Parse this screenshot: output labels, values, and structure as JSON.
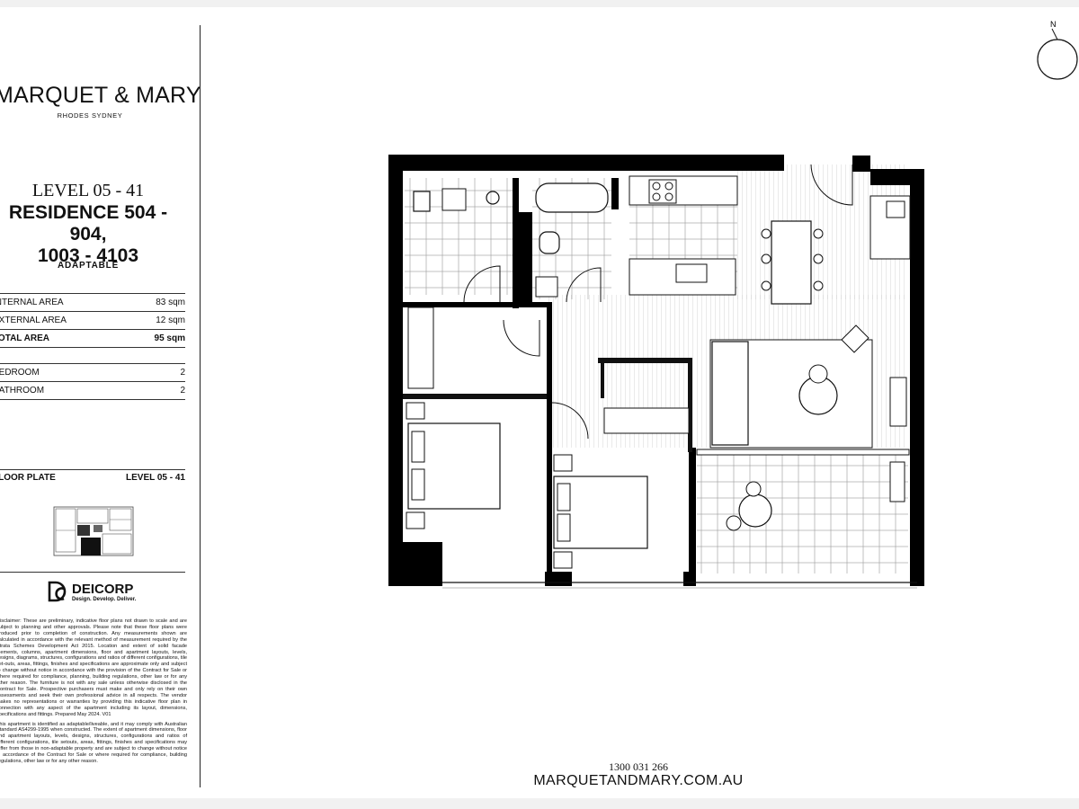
{
  "brand": {
    "name": "MARQUET & MARY",
    "location": "RHODES SYDNEY"
  },
  "unit": {
    "level": "LEVEL 05 - 41",
    "residence_line1": "RESIDENCE 504 - 904,",
    "residence_line2": "1003 - 4103",
    "type": "ADAPTABLE"
  },
  "areas": [
    {
      "label": "INTERNAL AREA",
      "value": "83 sqm"
    },
    {
      "label": "EXTERNAL AREA",
      "value": "12 sqm"
    },
    {
      "label": "TOTAL AREA",
      "value": "95 sqm"
    }
  ],
  "rooms": [
    {
      "label": "BEDROOM",
      "value": "2"
    },
    {
      "label": "BATHROOM",
      "value": "2"
    }
  ],
  "floor_plate": {
    "label": "FLOOR PLATE",
    "value": "LEVEL  05 - 41"
  },
  "developer": {
    "name": "DEICORP",
    "tagline": "Design. Develop. Deliver."
  },
  "disclaimer": "Disclaimer: These are preliminary, indicative floor plans not drawn to scale and are subject to planning and other approvals. Please note that these floor plans were produced prior to completion of construction. Any measurements shown are calculated in accordance with the relevant method of measurement required by the Strata Schemes Development Act 2015. Location and extent of solid facade elements, columns, apartment dimensions, floor and apartment layouts, levels, designs, diagrams, structures, configurations and ratios of different configurations, tile set-outs, areas, fittings, finishes and specifications are approximate only and subject to change without notice in accordance with the provision of the Contract for Sale or where required for compliance, planning, building regulations, other law or for any other reason. The furniture is not with any sale unless otherwise disclosed in the Contract for Sale. Prospective purchasers must make and only rely on their own assessments and seek their own professional advice in all respects. The vendor makes no representations or warranties by providing this indicative floor plan in connection with any aspect of the apartment including its layout, dimensions, specifications and fittings. Prepared May 2024. V01",
  "adaptable_note": "This apartment is identified as adaptable/liveable, and it may comply with Australian Standard AS4299-1995 when constructed. The extent of apartment dimensions, floor and apartment layouts, levels, designs, structures, configurations and ratios of different configurations, tile setouts, areas, fittings, finishes and specifications may differ from those in non-adaptable property and are subject to change without notice in accordance of the Contract for Sale or where required for compliance, building regulations, other law or for any other reason.",
  "contact": {
    "phone": "1300 031 266",
    "website": "MARQUETANDMARY.COM.AU"
  },
  "compass": {
    "label": "N"
  }
}
